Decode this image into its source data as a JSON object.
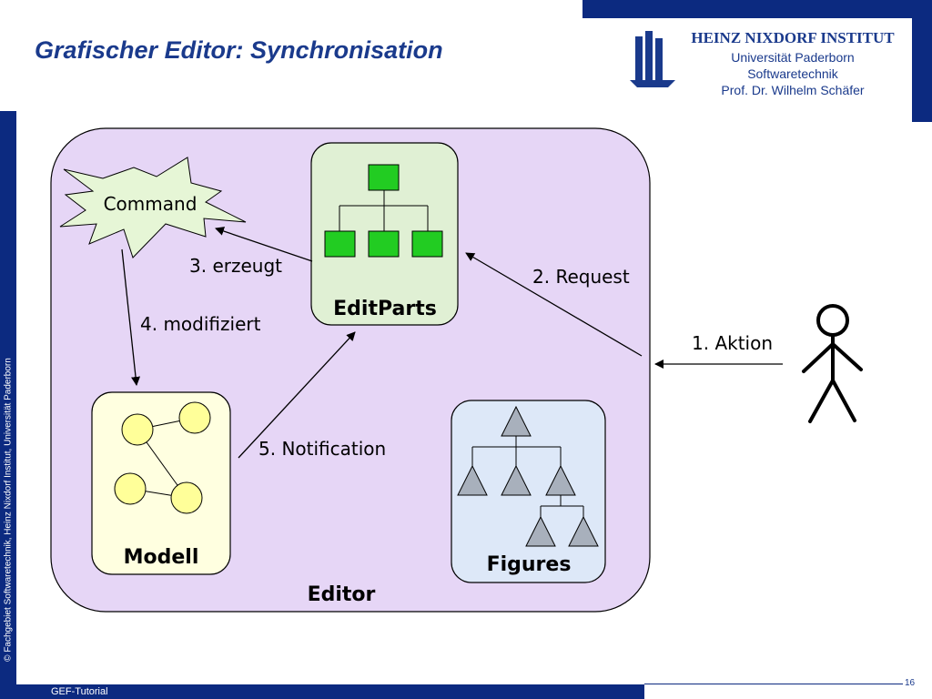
{
  "slide": {
    "title": "Grafischer Editor: Synchronisation",
    "institute": {
      "name": "HEINZ NIXDORF INSTITUT",
      "university": "Universität Paderborn",
      "department": "Softwaretechnik",
      "professor": "Prof. Dr. Wilhelm Schäfer"
    },
    "copyright": "© Fachgebiet Softwaretechnik, Heinz Nixdorf Institut, Universität Paderborn",
    "footer": "GEF-Tutorial",
    "page_number": "16"
  },
  "diagram": {
    "editor_label": "Editor",
    "command_label": "Command",
    "editparts_label": "EditParts",
    "modell_label": "Modell",
    "figures_label": "Figures",
    "arrows": {
      "aktion": "1. Aktion",
      "request": "2. Request",
      "erzeugt": "3. erzeugt",
      "modifiziert": "4. modifiziert",
      "notification": "5. Notification"
    }
  },
  "colors": {
    "brand_blue": "#0c2a80",
    "title_blue": "#1a3a8c",
    "editor_fill": "#e6d6f6",
    "command_fill": "#e6f6d6",
    "editparts_fill": "#e0f0d4",
    "editpart_node": "#22cc22",
    "modell_fill": "#ffffe0",
    "modell_node": "#ffff99",
    "figures_fill": "#dde8f8",
    "figure_node": "#a8b0bc"
  }
}
